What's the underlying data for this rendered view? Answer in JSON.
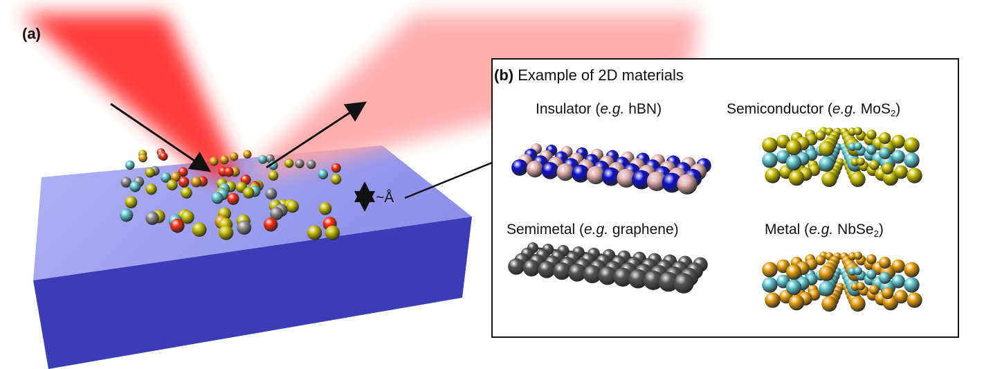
{
  "panel_a": {
    "label": "(a)",
    "thickness_label": "~Å"
  },
  "panel_b": {
    "label": "(b)",
    "title": "Example of 2D materials",
    "materials": [
      {
        "name": "Insulator (",
        "eg": "e.g.",
        "example": " hBN",
        "sub": "",
        "close": ")"
      },
      {
        "name": "Semiconductor (",
        "eg": "e.g.",
        "example": " MoS",
        "sub": "2",
        "close": ")"
      },
      {
        "name": "Semimetal (",
        "eg": "e.g.",
        "example": " graphene",
        "sub": "",
        "close": ")"
      },
      {
        "name": "Metal (",
        "eg": "e.g.",
        "example": " NbSe",
        "sub": "2",
        "close": ")"
      }
    ]
  },
  "colors": {
    "substrate_top": "#9a9cf0",
    "substrate_front": "#3a3db5",
    "beam_in": "#ff3030",
    "beam_out": "#ffa0a0",
    "boron": "#e8b4b0",
    "nitrogen": "#1010d0",
    "sulfur": "#c8c000",
    "metal_atom": "#60c8d0",
    "selenium": "#e8a010",
    "carbon": "#555555",
    "adsorbate_red": "#ff3010",
    "adsorbate_gray": "#909090"
  }
}
